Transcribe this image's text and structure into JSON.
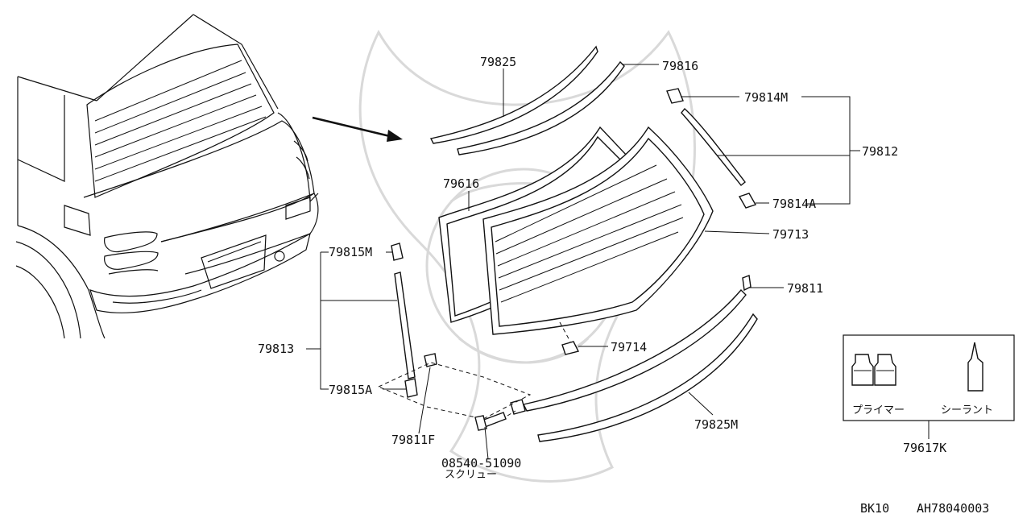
{
  "labels": {
    "p79825": "79825",
    "p79816": "79816",
    "p79814M": "79814M",
    "p79812": "79812",
    "p79814A": "79814A",
    "p79616": "79616",
    "p79713": "79713",
    "p79815M": "79815M",
    "p79811": "79811",
    "p79813": "79813",
    "p79714": "79714",
    "p79815A": "79815A",
    "p79825M": "79825M",
    "p79811F": "79811F",
    "p08540": "08540-51090",
    "screw_note": "スクリュー",
    "p79617K": "79617K"
  },
  "kit_box": {
    "primer_label": "プライマー",
    "sealant_label": "シーラント"
  },
  "footer": {
    "model_code": "BK10",
    "diagram_code": "AH78040003"
  }
}
